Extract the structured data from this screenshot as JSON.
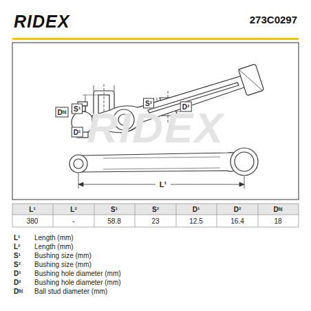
{
  "diagram": {
    "labels": [
      "RIDEX",
      "273C0297",
      "S¹",
      "S²",
      "D²",
      "D¹",
      "Dᵇʲ",
      "RIDEX",
      "L¹",
      "L¹",
      "L²",
      "S¹",
      "S²",
      "D¹",
      "D²",
      "Dᵇʲ",
      "380",
      "-",
      "58.8",
      "23",
      "12.5",
      "16.4",
      "18",
      "L¹",
      "Length (mm)",
      "L²",
      "Length (mm)",
      "S¹",
      "Bushing size (mm)",
      "S²",
      "Bushing size (mm)",
      "D¹",
      "Bushing hole diameter (mm)",
      "D²",
      "Bushing hole diameter (mm)",
      "Dᵇʲ",
      "Ball stud diameter (mm)"
    ]
  }
}
